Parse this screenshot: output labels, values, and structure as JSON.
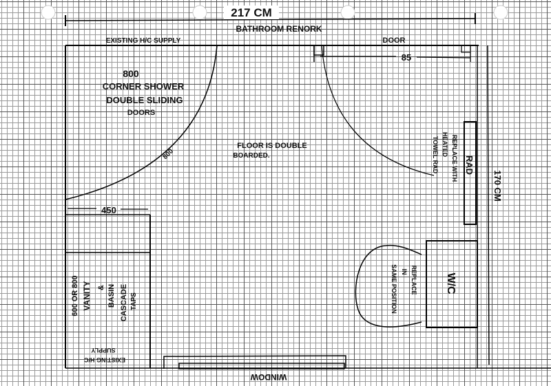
{
  "title": "BATHROOM RENORK",
  "dimensions": {
    "width": "217 CM",
    "height": "170 CM",
    "door_width": "85",
    "vanity_width": "450"
  },
  "labels": {
    "supply_top": "EXISTING H/C SUPPLY",
    "door": "DOOR",
    "shower_size": "800",
    "shower_line1": "CORNER SHOWER",
    "shower_line2": "DOUBLE SLIDING",
    "shower_line3": "DOORS",
    "shower_arc_label": "800",
    "floor_line1": "FLOOR IS DOUBLE",
    "floor_line2": "BOARDED.",
    "rad": "RAD",
    "rad_note1": "REPLACE WITH",
    "rad_note2": "HEATED",
    "rad_note3": "TOWEL RAD",
    "wc": "W/C",
    "wc_note1": "REPLACE",
    "wc_note2": "IN",
    "wc_note3": "SAME POSITION",
    "vanity1": "600 OR 800",
    "vanity2": "VANITY",
    "vanity3": "&",
    "vanity4": "BASIN",
    "vanity5": "CASCADE",
    "vanity6": "TAPS",
    "supply_bottom1": "EXISTING H/C",
    "supply_bottom2": "SUPPLY",
    "window": "WINDOW"
  }
}
